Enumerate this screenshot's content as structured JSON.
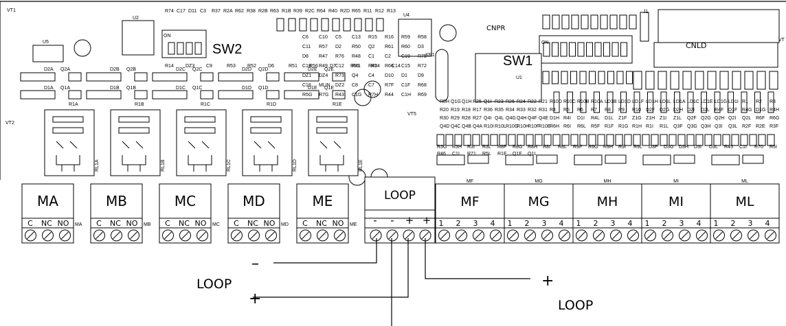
{
  "ics": {
    "u5": "U5",
    "u2": "U2",
    "u4": "U4",
    "u1": "U1",
    "j1": "J1",
    "xr1": "XR1",
    "vt1": "VT1",
    "vt2": "VT2",
    "vt5": "VT5",
    "vt_right": "VT"
  },
  "switches": {
    "sw2": "SW2",
    "sw1": "SW1",
    "on": "ON",
    "cnld": "CNLD",
    "cnpr": "CNPR"
  },
  "relays": [
    "RL1A",
    "RL1B",
    "RL1C",
    "RL1D",
    "RL1E"
  ],
  "relay_groups": [
    {
      "d2": "D2A",
      "q2": "Q2A",
      "d1": "D1A",
      "q1": "Q1A",
      "r": "R1A"
    },
    {
      "d2": "D2B",
      "q2": "Q2B",
      "d1": "D1B",
      "q1": "Q1B",
      "r": "R1B"
    },
    {
      "d2": "D2C",
      "q2": "Q2C",
      "d1": "D1C",
      "q1": "Q1C",
      "r": "R1C"
    },
    {
      "d2": "D2D",
      "q2": "Q2D",
      "d1": "D1D",
      "q1": "Q1D",
      "r": "R1D"
    },
    {
      "d2": "D2E",
      "q2": "Q2E",
      "d1": "D1E",
      "q1": "Q1E",
      "r": "R1E"
    }
  ],
  "misc_labels": [
    "R74",
    "C17",
    "D11",
    "C3",
    "R37",
    "R2A",
    "R62",
    "R38",
    "R2B",
    "R63",
    "R1B",
    "R39",
    "R2C",
    "R64",
    "R40",
    "R2D",
    "R65",
    "R11",
    "R12",
    "R13",
    "R14",
    "DZ3",
    "C9",
    "R53",
    "R52",
    "D6",
    "R51",
    "R56",
    "D7",
    "R55",
    "R54",
    "C14",
    "C6",
    "C10",
    "C5",
    "C13",
    "R15",
    "R16",
    "R59",
    "R58",
    "C11",
    "R57",
    "D2",
    "R50",
    "Q2",
    "R61",
    "R60",
    "D3",
    "D8",
    "R47",
    "R76",
    "R48",
    "C1",
    "C2",
    "C19",
    "R75",
    "C18",
    "R49",
    "C12",
    "R41",
    "R42",
    "R66",
    "C15",
    "R72",
    "DZ1",
    "DZ4",
    "R73",
    "Q4",
    "C4",
    "D10",
    "D1",
    "D9",
    "C16",
    "MLIN",
    "DZ2",
    "C8",
    "C7",
    "R7F",
    "C1F",
    "R68",
    "R5G",
    "R7G",
    "R43",
    "C1G",
    "R7H",
    "R44",
    "C1H",
    "R69",
    "R5H",
    "Q1G",
    "Q1H",
    "R25",
    "Q1I",
    "R23",
    "R26",
    "R24",
    "R22",
    "R21",
    "R20",
    "R19",
    "R18",
    "R17",
    "R36",
    "R35",
    "R34",
    "R33",
    "R32",
    "R31",
    "R30",
    "R29",
    "R28",
    "R27",
    "Q4I",
    "Q4L",
    "Q4G",
    "Q4H",
    "Q4F",
    "Q4E",
    "Q4D",
    "Q4C",
    "Q4B",
    "Q4A",
    "R10I",
    "R10L",
    "R10G",
    "R10H",
    "R10F",
    "R10E",
    "R10D",
    "R10C",
    "R10B",
    "R10A",
    "LD1B",
    "LD1D",
    "LD1F",
    "LD1H",
    "LD1L",
    "LD1A",
    "LD1C",
    "LD1E",
    "LD1G",
    "LD1I",
    "R1",
    "R2",
    "R3",
    "R4",
    "R5",
    "R6",
    "R7",
    "R8",
    "R9",
    "R10",
    "D2F",
    "D2G",
    "D2H",
    "D2I",
    "D2L",
    "R4F",
    "D1F",
    "R4G",
    "D1G",
    "R4H",
    "D1H",
    "R4I",
    "D1I",
    "R4L",
    "D1L",
    "Z1F",
    "Z1G",
    "Z1H",
    "Z1I",
    "Z1L",
    "Q2F",
    "Q2G",
    "Q2H",
    "Q2I",
    "Q2L",
    "R6F",
    "R6G",
    "R6H",
    "R6I",
    "R6L",
    "R5F",
    "R1F",
    "R1G",
    "R1H",
    "R1I",
    "R1L",
    "Q3F",
    "Q3G",
    "Q3H",
    "Q3I",
    "Q3L",
    "R2F",
    "R2E",
    "R3F",
    "R3G",
    "R3H",
    "R3I",
    "R3L",
    "R8F",
    "R8G",
    "R8H",
    "R8I",
    "R8L",
    "R9F",
    "R9G",
    "R9H",
    "R9I",
    "R9L",
    "D3F",
    "D3G",
    "D3H",
    "D3I",
    "D3L",
    "R45",
    "C1I",
    "R70",
    "R5I",
    "R46",
    "C1L",
    "R71",
    "R5L",
    "R1E",
    "Q1F",
    "Q1L"
  ],
  "relay_blocks": [
    {
      "name": "MA",
      "terms": [
        "C",
        "NC",
        "NO"
      ],
      "tag": "MA"
    },
    {
      "name": "MB",
      "terms": [
        "C",
        "NC",
        "NO"
      ],
      "tag": "MB"
    },
    {
      "name": "MC",
      "terms": [
        "C",
        "NC",
        "NO"
      ],
      "tag": "MC"
    },
    {
      "name": "MD",
      "terms": [
        "C",
        "NC",
        "NO"
      ],
      "tag": "MD"
    },
    {
      "name": "ME",
      "terms": [
        "C",
        "NC",
        "NO"
      ],
      "tag": "ME"
    }
  ],
  "loop_block": {
    "name": "LOOP",
    "terms": [
      "-",
      "-",
      "+",
      "+"
    ]
  },
  "zone_blocks": [
    {
      "name": "MF",
      "terms": [
        "1",
        "2",
        "3",
        "4"
      ]
    },
    {
      "name": "MG",
      "terms": [
        "1",
        "2",
        "3",
        "4"
      ]
    },
    {
      "name": "MH",
      "terms": [
        "1",
        "2",
        "3",
        "4"
      ]
    },
    {
      "name": "MI",
      "terms": [
        "1",
        "2",
        "3",
        "4"
      ]
    },
    {
      "name": "ML",
      "terms": [
        "1",
        "2",
        "3",
        "4"
      ]
    }
  ],
  "zone_small": [
    "MF",
    "MG",
    "MH",
    "MI",
    "ML"
  ],
  "wiring": {
    "left_minus": "–",
    "left_label": "LOOP",
    "left_plus": "+",
    "right_plus": "+",
    "right_label": "LOOP"
  }
}
